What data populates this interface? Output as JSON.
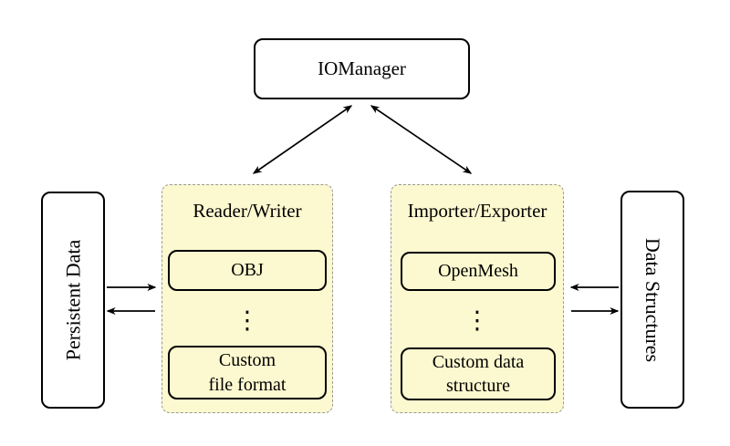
{
  "colors": {
    "background": "#ffffff",
    "group_fill": "#fcf8cf",
    "group_border": "#999999",
    "node_border": "#000000",
    "node_fill": "#ffffff",
    "arrow": "#000000",
    "text": "#000000"
  },
  "nodes": {
    "iomanager": {
      "label": "IOManager"
    },
    "persistent_data": {
      "label": "Persistent Data"
    },
    "data_structures": {
      "label": "Data Structures"
    }
  },
  "groups": {
    "reader_writer": {
      "title": "Reader/Writer",
      "top_item": "OBJ",
      "dots": "⋮",
      "bottom_item_line1": "Custom",
      "bottom_item_line2": "file format"
    },
    "importer_exporter": {
      "title": "Importer/Exporter",
      "top_item": "OpenMesh",
      "dots": "⋮",
      "bottom_item_line1": "Custom data",
      "bottom_item_line2": "structure"
    }
  }
}
